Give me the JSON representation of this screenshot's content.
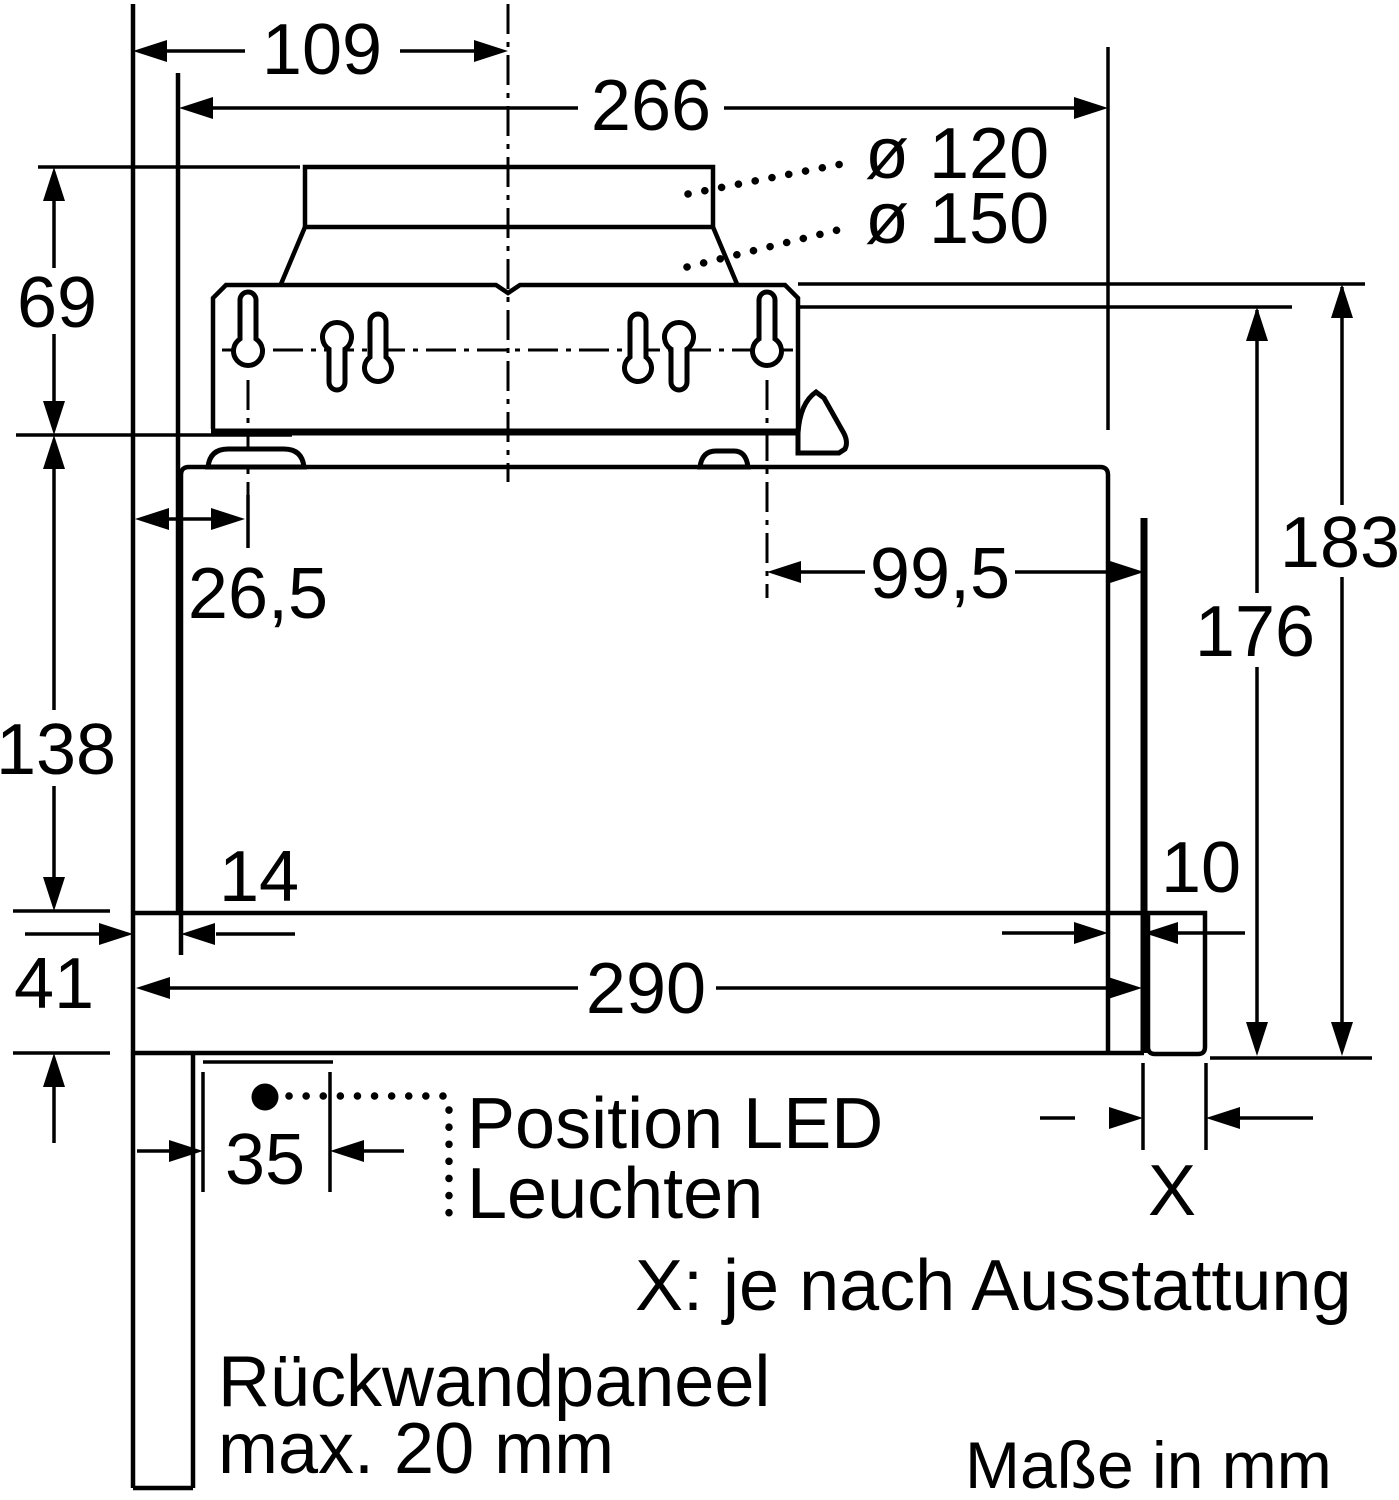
{
  "drawing": {
    "title_hidden": "",
    "dimensions": {
      "d109": "109",
      "d266": "266",
      "d69": "69",
      "d26_5": "26,5",
      "d99_5": "99,5",
      "d183": "183",
      "d176": "176",
      "d138": "138",
      "d14": "14",
      "d10": "10",
      "d41": "41",
      "d290": "290",
      "d35": "35",
      "dX": "X"
    },
    "diameters": {
      "d120": "ø 120",
      "d150": "ø 150"
    },
    "notes": {
      "led_line1": "Position LED",
      "led_line2": "Leuchten",
      "x_note": "X: je nach Ausstattung",
      "panel_line1": "Rückwandpaneel",
      "panel_line2": "max. 20 mm",
      "units": "Maße in mm"
    },
    "colors": {
      "line": "#000000",
      "background": "#ffffff"
    }
  }
}
